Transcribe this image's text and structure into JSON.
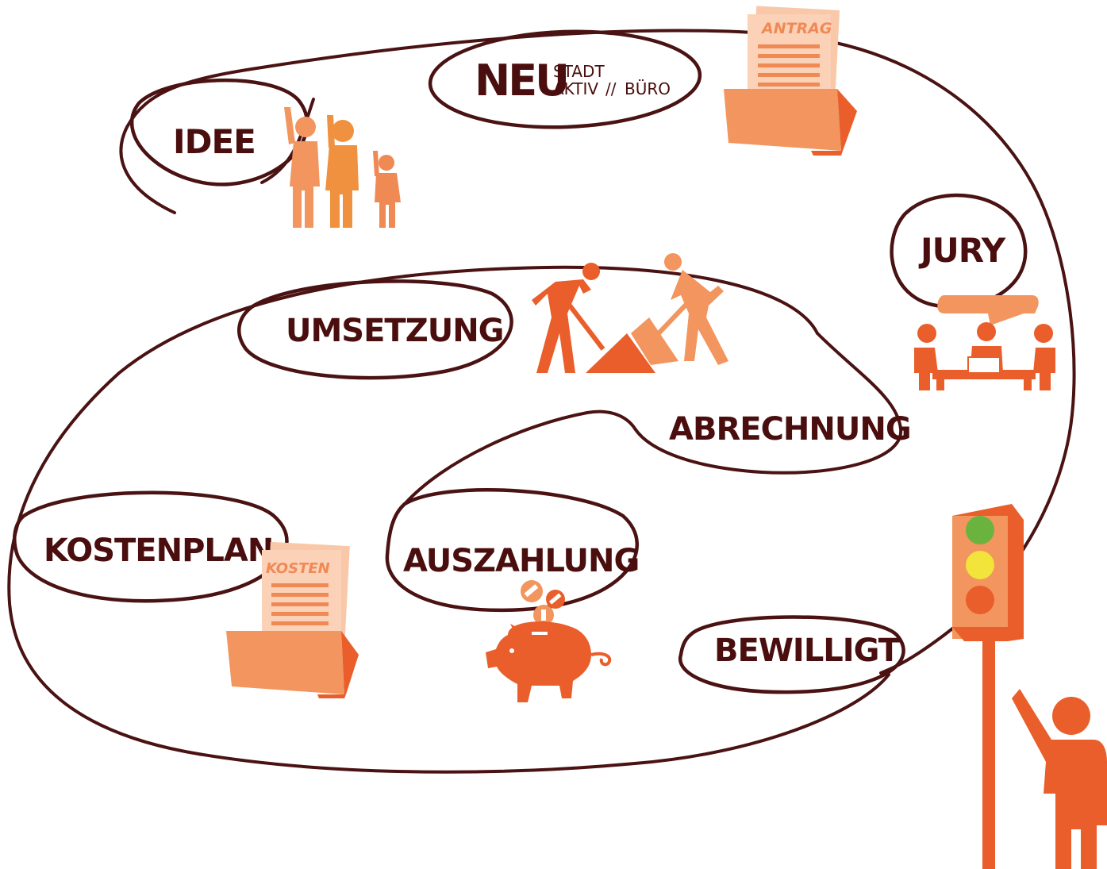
{
  "brand": {
    "big": "NEU",
    "top": "STADT",
    "bottom": "AKTIV",
    "separator": "//",
    "suffix": "BÜRO"
  },
  "steps": {
    "idee": "IDEE",
    "jury": "JURY",
    "umsetzung": "UMSETZUNG",
    "abrechnung": "ABRECHNUNG",
    "kostenplan": "KOSTENPLAN",
    "auszahlung": "AUSZAHLUNG",
    "bewilligt": "BEWILLIGT"
  },
  "documents": {
    "antrag": "ANTRAG",
    "kosten": "KOSTEN"
  },
  "colors": {
    "line": "#4a1212",
    "text": "#4a0e0e",
    "orange_dark": "#e95e2a",
    "orange_mid": "#f0913f",
    "orange_light": "#f2955e",
    "paper": "#fbd1b8",
    "paper_lines": "#f08a55",
    "light_green": "#6ab33f",
    "light_yellow": "#f2e43a",
    "light_red": "#e95e2a"
  },
  "icons": [
    "people-icon",
    "box-document-icon",
    "jury-table-icon",
    "workers-icon",
    "traffic-light-icon",
    "piggy-bank-icon",
    "waving-person-icon"
  ]
}
